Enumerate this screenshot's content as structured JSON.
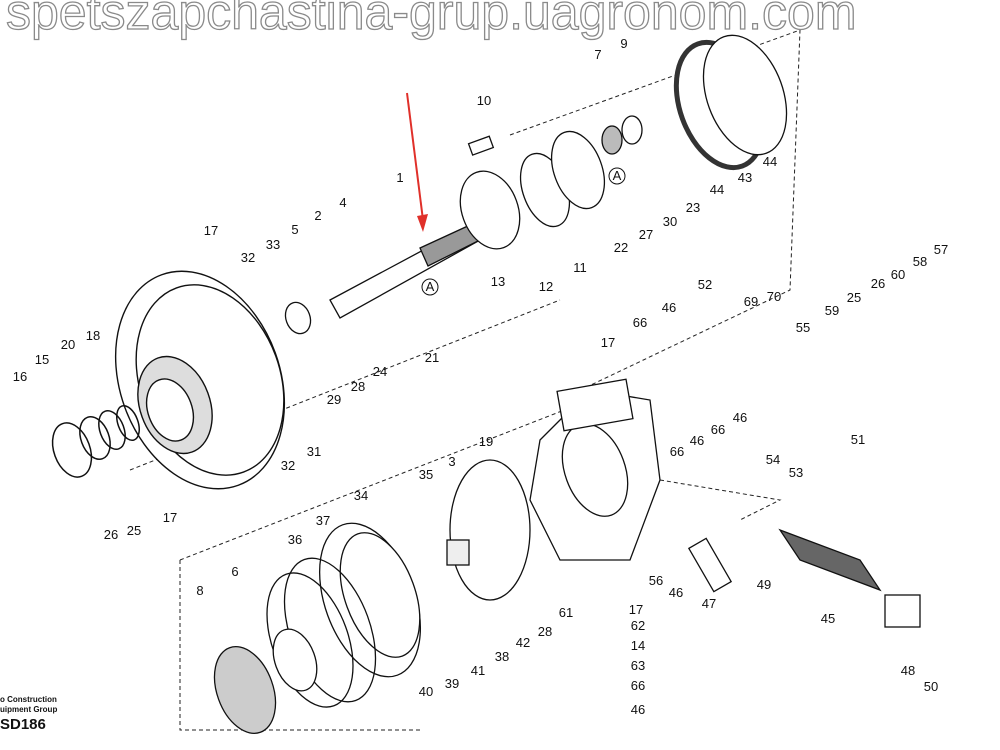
{
  "diagram": {
    "title_code": "SD186",
    "publisher_line1": "o Construction",
    "publisher_line2": "uipment Group",
    "watermark": "spetszapchastina-grup.uagronom.com",
    "highlight_color": "#e0302a",
    "callouts": [
      "1",
      "2",
      "4",
      "5",
      "17",
      "32",
      "33",
      "10",
      "7",
      "9",
      "13",
      "12",
      "11",
      "22",
      "27",
      "30",
      "23",
      "44",
      "43",
      "44",
      "A",
      "A",
      "21",
      "24",
      "28",
      "29",
      "20",
      "18",
      "15",
      "16",
      "26",
      "25",
      "32",
      "31",
      "17",
      "52",
      "46",
      "66",
      "17",
      "69",
      "70",
      "55",
      "59",
      "25",
      "26",
      "60",
      "58",
      "57",
      "46",
      "66",
      "46",
      "66",
      "51",
      "19",
      "3",
      "35",
      "34",
      "37",
      "36",
      "6",
      "8",
      "54",
      "53",
      "28",
      "61",
      "56",
      "46",
      "47",
      "49",
      "45",
      "17",
      "62",
      "14",
      "63",
      "66",
      "46",
      "48",
      "50",
      "42",
      "38",
      "41",
      "39",
      "40"
    ]
  }
}
